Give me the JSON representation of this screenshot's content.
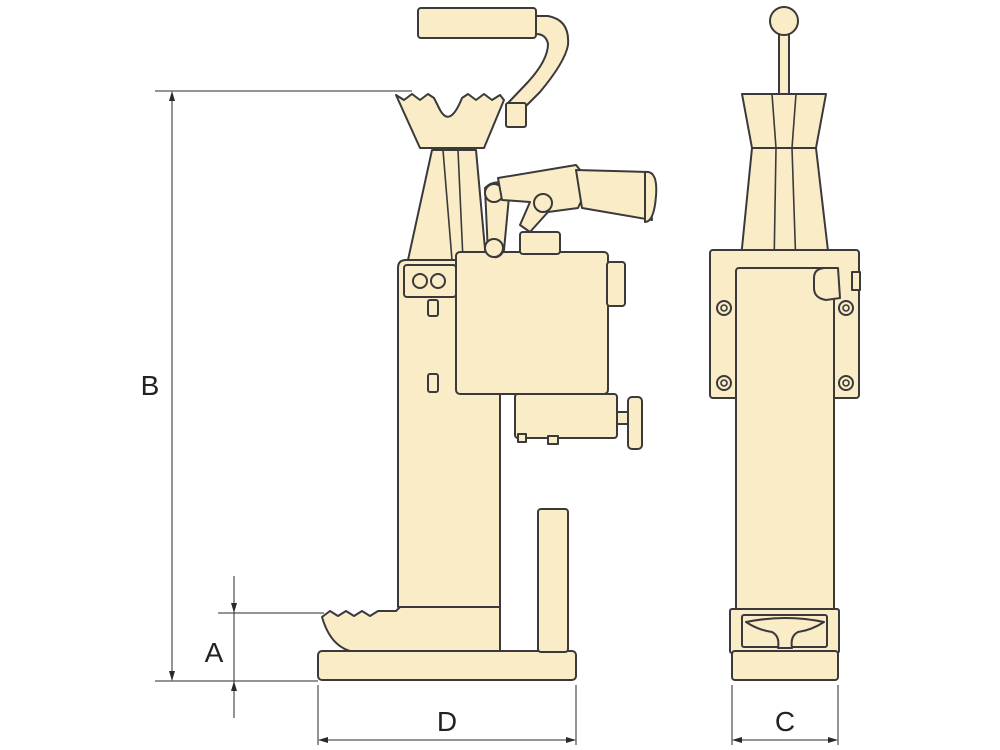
{
  "dimensions": {
    "a": "A",
    "b": "B",
    "c": "C",
    "d": "D"
  },
  "colors": {
    "body_fill": "#fbecc8",
    "outline": "#3a3a3a",
    "dimension_line": "#2a2a2a"
  }
}
